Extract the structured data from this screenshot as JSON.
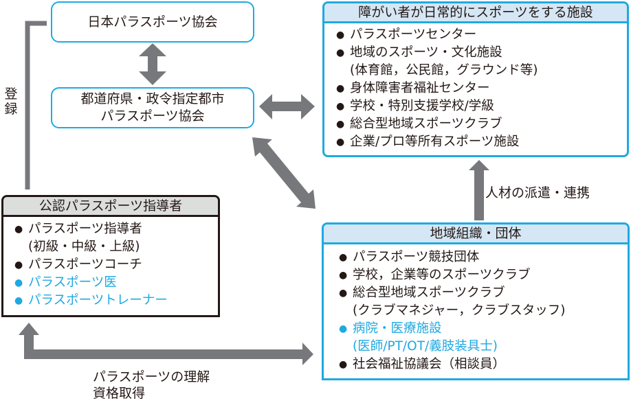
{
  "colors": {
    "accent": "#1ea9e1",
    "arrow": "#77787b",
    "text": "#231815",
    "blue_header_bg": "#d5e6f4",
    "gray_header_bg": "#dcdddd"
  },
  "jpsa": {
    "label": "日本パラスポーツ協会"
  },
  "prefectural": {
    "line1": "都道府県・政令指定都市",
    "line2": "パラスポーツ協会"
  },
  "registration_label": {
    "line1": "登",
    "line2": "録"
  },
  "facilities": {
    "title": "障がい者が日常的にスポーツをする施設",
    "items": [
      {
        "bullet": "●",
        "text": "パラスポーツセンター"
      },
      {
        "bullet": "●",
        "text": "地域のスポーツ・文化施設",
        "sub": "(体育館，公民館，グラウンド等)"
      },
      {
        "bullet": "●",
        "text": "身体障害者福祉センター"
      },
      {
        "bullet": "●",
        "text": "学校・特別支援学校/学級"
      },
      {
        "bullet": "●",
        "text": "総合型地域スポーツクラブ"
      },
      {
        "bullet": "●",
        "text": "企業/プロ等所有スポーツ施設"
      }
    ]
  },
  "instructors": {
    "title": "公認パラスポーツ指導者",
    "items": [
      {
        "bullet": "●",
        "text": "パラスポーツ指導者",
        "sub": "(初級・中級・上級)"
      },
      {
        "bullet": "●",
        "text": "パラスポーツコーチ"
      },
      {
        "bullet": "●",
        "text": "パラスポーツ医",
        "accent": true
      },
      {
        "bullet": "●",
        "text": "パラスポーツトレーナー",
        "accent": true
      }
    ]
  },
  "local_orgs": {
    "title": "地域組織・団体",
    "items": [
      {
        "bullet": "●",
        "text": "パラスポーツ競技団体"
      },
      {
        "bullet": "●",
        "text": "学校，企業等のスポーツクラブ"
      },
      {
        "bullet": "●",
        "text": "総合型地域スポーツクラブ",
        "sub": "(クラブマネジャー，クラブスタッフ)"
      },
      {
        "bullet": "●",
        "text": "病院・医療施設",
        "sub": "(医師/PT/OT/義肢装具士)",
        "accent": true
      },
      {
        "bullet": "●",
        "text": "社会福祉協議会（相談員）"
      }
    ]
  },
  "dispatch_label": "人材の派遣・連携",
  "understanding_label": {
    "line1": "パラスポーツの理解",
    "line2": "資格取得"
  }
}
